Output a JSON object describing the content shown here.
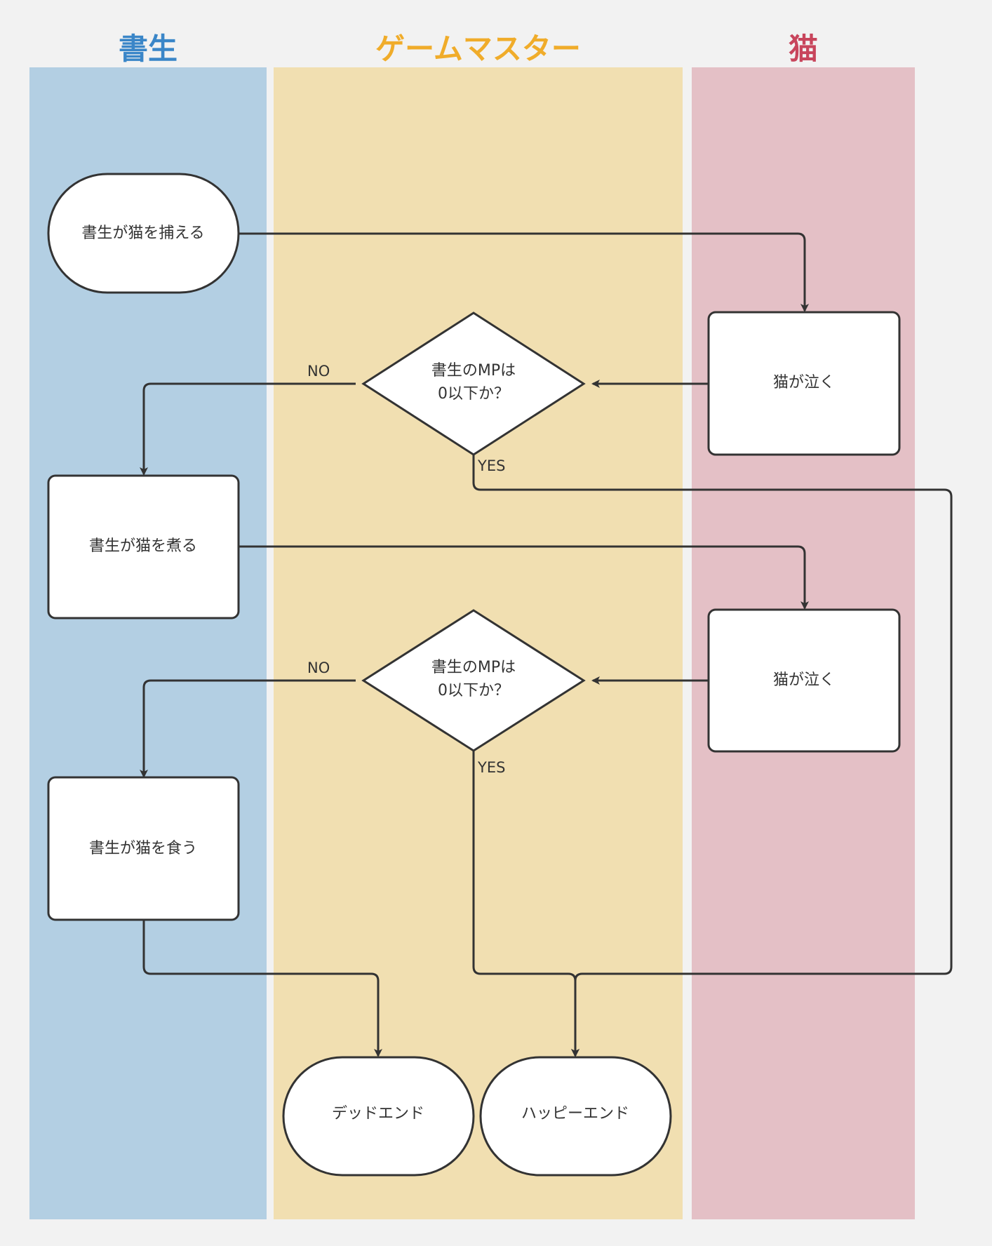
{
  "lanes": {
    "student": {
      "title": "書生",
      "color": "#3a86c8",
      "fill": "#b3cfe3"
    },
    "game_master": {
      "title": "ゲームマスター",
      "color": "#f0ac2a",
      "fill": "#f1dfb1"
    },
    "cat": {
      "title": "猫",
      "color": "#c8455c",
      "fill": "#e4c0c6"
    }
  },
  "nodes": {
    "start": "書生が猫を捕える",
    "cry1": "猫が泣く",
    "decision1": {
      "line1": "書生のMPは",
      "line2": "0以下か？"
    },
    "boil": "書生が猫を煮る",
    "cry2": "猫が泣く",
    "decision2": {
      "line1": "書生のMPは",
      "line2": "0以下か？"
    },
    "eat": "書生が猫を食う",
    "dead_end": "デッドエンド",
    "happy_end": "ハッピーエンド"
  },
  "edge_labels": {
    "d1_no": "NO",
    "d1_yes": "YES",
    "d2_no": "NO",
    "d2_yes": "YES"
  }
}
